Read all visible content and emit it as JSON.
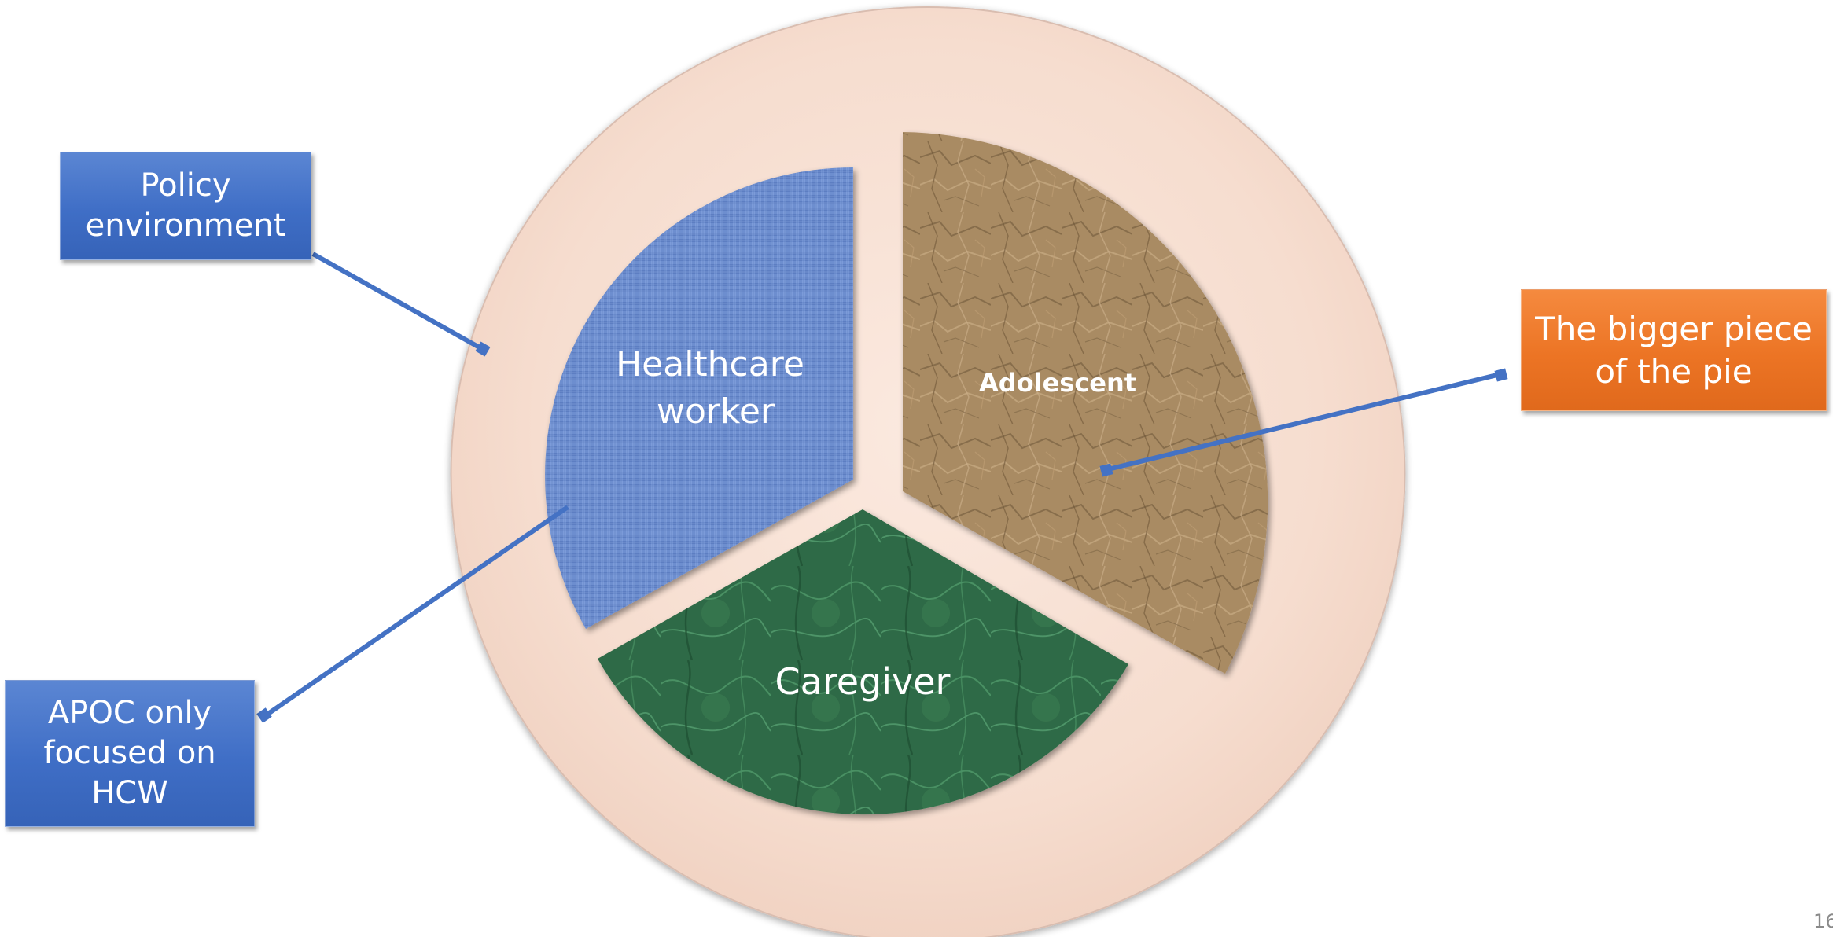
{
  "diagram": {
    "segments": [
      {
        "label": "Healthcare\nworker",
        "color": "#6f8fcf"
      },
      {
        "label": "Adolescent",
        "color": "#a88a63"
      },
      {
        "label": "Caregiver",
        "color": "#2e6e47"
      }
    ],
    "outer_ring_color": "#f6dfd2",
    "callouts": [
      {
        "text": "Policy\nenvironment",
        "color": "#4472c4"
      },
      {
        "text": "APOC only\nfocused on\nHCW",
        "color": "#4472c4"
      },
      {
        "text": "The bigger piece\nof the pie",
        "color": "#ed7d31"
      }
    ],
    "arrow_color": "#4472c4"
  },
  "page_number": "16"
}
